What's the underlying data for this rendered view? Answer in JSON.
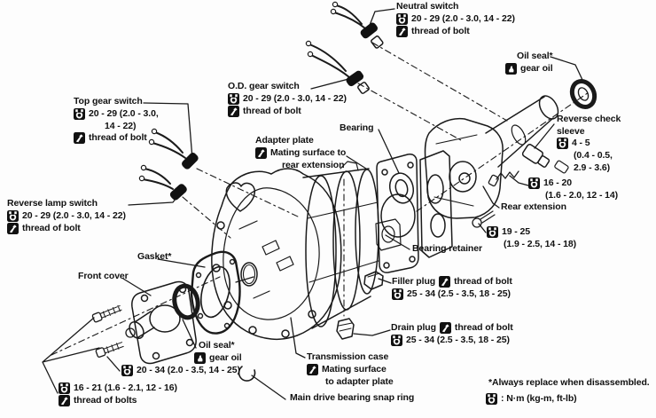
{
  "notes": {
    "footnote": "*Always replace when disassembled.",
    "torque_legend": ": N·m (kg-m, ft-lb)"
  },
  "icon_meanings": {
    "torque_wrench_icon": "tightening torque",
    "sealant_icon": "apply sealant",
    "gear_oil_icon": "apply gear oil"
  },
  "labels": {
    "neutral_switch": {
      "title": "Neutral switch",
      "torque": "20 - 29 (2.0 - 3.0, 14 - 22)",
      "sealant": "thread of bolt"
    },
    "od_gear_switch": {
      "title": "O.D. gear switch",
      "torque": "20 - 29 (2.0 - 3.0, 14 - 22)",
      "sealant": "thread of bolt"
    },
    "top_gear_switch": {
      "title": "Top gear switch",
      "torque_line1": "20 - 29 (2.0 - 3.0,",
      "torque_line2": "14 - 22)",
      "sealant": "thread of bolt"
    },
    "reverse_lamp_switch": {
      "title": "Reverse lamp switch",
      "torque": "20 - 29 (2.0 - 3.0, 14 - 22)",
      "sealant": "thread of bolt"
    },
    "oil_seal_rear": {
      "title": "Oil seal*",
      "oil": "gear oil"
    },
    "reverse_check_sleeve": {
      "title_line1": "Reverse check",
      "title_line2": "sleeve",
      "torque_line1": "4 - 5",
      "torque_line2": "(0.4 - 0.5,",
      "torque_line3": "2.9 - 3.6)"
    },
    "rear_extension_bolts": {
      "torque_line1": "16 - 20",
      "torque_line2": "(1.6 - 2.0, 12 - 14)"
    },
    "rear_extension": {
      "title": "Rear extension"
    },
    "bearing_retainer_bolts": {
      "torque_line1": "19 - 25",
      "torque_line2": "(1.9 - 2.5, 14 - 18)"
    },
    "bearing_retainer": {
      "title": "Bearing retainer"
    },
    "bearing": {
      "title": "Bearing"
    },
    "adapter_plate": {
      "title": "Adapter plate",
      "sealant_line1": "Mating surface to",
      "sealant_line2": "rear extension"
    },
    "gasket": {
      "title": "Gasket*"
    },
    "front_cover": {
      "title": "Front cover"
    },
    "oil_seal_front": {
      "title": "Oil seal*",
      "oil": "gear oil"
    },
    "front_cover_plug": {
      "torque": "20 - 34 (2.0 - 3.5, 14 - 25)"
    },
    "front_cover_bolts": {
      "torque": "16 - 21 (1.6 - 2.1, 12 - 16)",
      "sealant": "thread of bolts"
    },
    "filler_plug": {
      "title": "Filler plug",
      "sealant": "thread of bolt",
      "torque": "25 - 34 (2.5 - 3.5, 18 - 25)"
    },
    "drain_plug": {
      "title": "Drain plug",
      "sealant": "thread of bolt",
      "torque": "25 - 34 (2.5 - 3.5, 18 - 25)"
    },
    "transmission_case": {
      "title": "Transmission case",
      "sealant_line1": "Mating surface",
      "sealant_line2": "to adapter plate"
    },
    "main_drive_snap_ring": {
      "title": "Main drive bearing snap ring"
    }
  }
}
